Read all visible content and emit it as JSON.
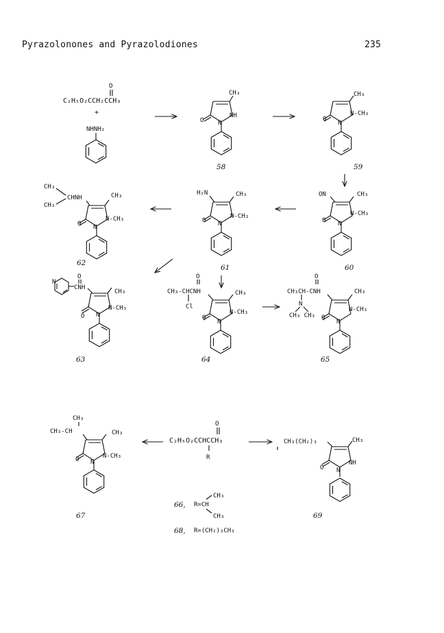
{
  "header": {
    "running_head": "Pyrazolonones and Pyrazolodiones",
    "page_number": "235"
  },
  "captions": {
    "c58": "58",
    "c59": "59",
    "c60": "60",
    "c61": "61",
    "c62": "62",
    "c63": "63",
    "c64": "64",
    "c65": "65",
    "c66": "66,",
    "c67": "67",
    "c68": "68,",
    "c69": "69"
  },
  "labels": {
    "reagent_ester": "C₂H₅O₂CCH₂CCH₃",
    "reagent_o": "O",
    "plus": "+",
    "hydrazine": "NHNH₂",
    "ch3": "CH₃",
    "nh": "NH",
    "n": "N",
    "nch3": "N-CH₃",
    "o": "O",
    "on": "ON",
    "h2n": "H₂N",
    "chnh": "CHNH",
    "cnh_63": "CNH",
    "n_pyr": "N",
    "o_small": "O",
    "ch3_chcnh": "CH₃-CHCNH",
    "cl": "Cl",
    "ch3ch_cnh": "CH₃CH-CNH",
    "n_dimethyl": "N",
    "ch3_ch3_low": "CH₃ CH₃",
    "ch3_ch": "CH₃-CH",
    "ester_66": "C₂H₅O₂CCHCCH₃",
    "r": "R",
    "ch3ch2_3": "CH₃(CH₂)₃",
    "r_eq_ch": "R=CH",
    "r_eq_butyl": "R=(CH₂)₃CH₃"
  }
}
